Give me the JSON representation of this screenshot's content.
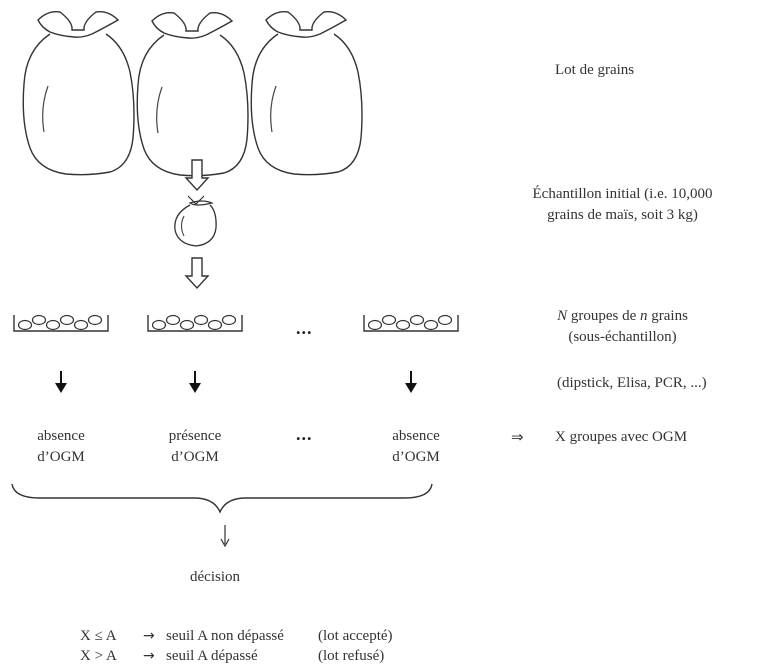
{
  "labels": {
    "lot": "Lot de grains",
    "initial_line1": "Échantillon initial (i.e. 10,000",
    "initial_line2": "grains de maïs, soit 3 kg)",
    "groups_var_N": "N",
    "groups_mid": " groupes de ",
    "groups_var_n": "n",
    "groups_end": " grains",
    "groups_line2": "(sous-échantillon)",
    "methods": "(dipstick, Elisa, PCR, ...)",
    "x_groups": "X groupes avec OGM"
  },
  "ellipsis": "...",
  "results": [
    {
      "line1": "absence",
      "line2": "d’OGM"
    },
    {
      "line1": "présence",
      "line2": "d’OGM"
    },
    {
      "line1": "absence",
      "line2": "d’OGM"
    }
  ],
  "implies_symbol": "⇒",
  "decision": "décision",
  "rules": [
    {
      "cond": "X ≤ A",
      "arrow": "→",
      "text": "seuil A non dépassé",
      "outcome": "(lot accepté)"
    },
    {
      "cond": "X > A",
      "arrow": "→",
      "text": "seuil A dépassé",
      "outcome": "(lot refusé)"
    }
  ]
}
